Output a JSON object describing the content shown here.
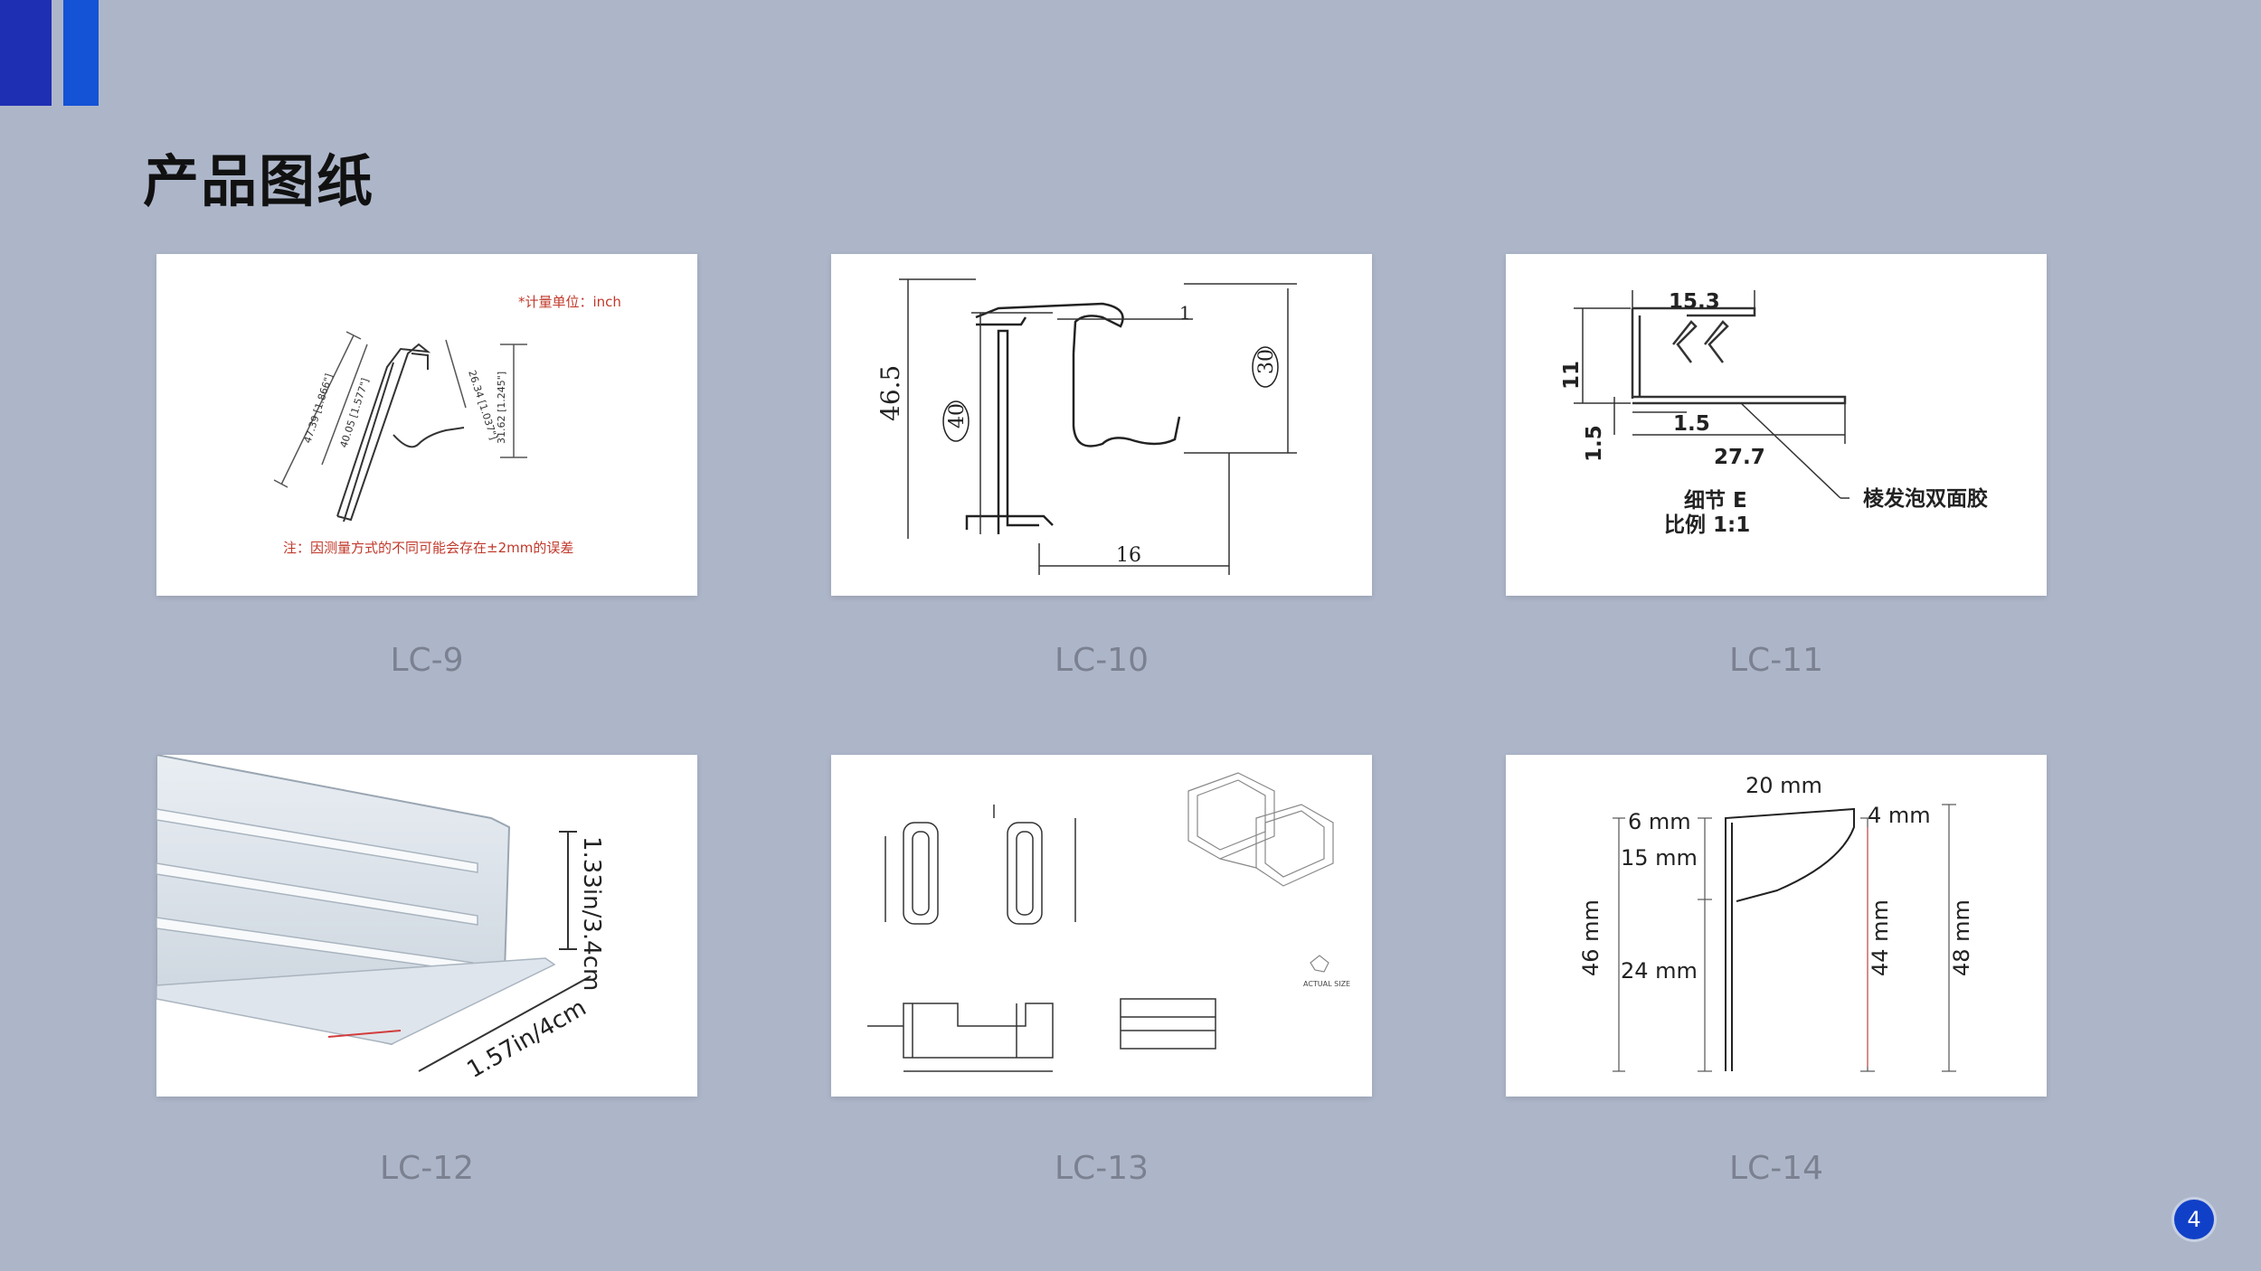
{
  "slide": {
    "title": "产品图纸",
    "page_number": "4"
  },
  "drawings": [
    {
      "caption": "LC-9",
      "unit_note": "*计量单位：inch",
      "error_note": "注：因测量方式的不同可能会存在±2mm的误差",
      "dims": [
        "47.39 [1.866\"]",
        "40.05 [1.577\"]",
        "26.34 [1.037\"]",
        "31.62 [1.245\"]"
      ]
    },
    {
      "caption": "LC-10",
      "dims": [
        "46.5",
        "40",
        "30",
        "1",
        "16"
      ]
    },
    {
      "caption": "LC-11",
      "dims": [
        "15.3",
        "11",
        "1.5",
        "1.5",
        "27.7"
      ],
      "detail_label": "细节 E",
      "scale_label": "比例 1:1",
      "foam_label": "棱发泡双面胶"
    },
    {
      "caption": "LC-12",
      "dims": [
        "1.33in/3.4cm",
        "1.57in/4cm"
      ]
    },
    {
      "caption": "LC-13",
      "notes": [
        "ACTUAL SIZE"
      ]
    },
    {
      "caption": "LC-14",
      "dims": [
        "20 mm",
        "4 mm",
        "6 mm",
        "15 mm",
        "46 mm",
        "24 mm",
        "44 mm",
        "48 mm"
      ]
    }
  ]
}
